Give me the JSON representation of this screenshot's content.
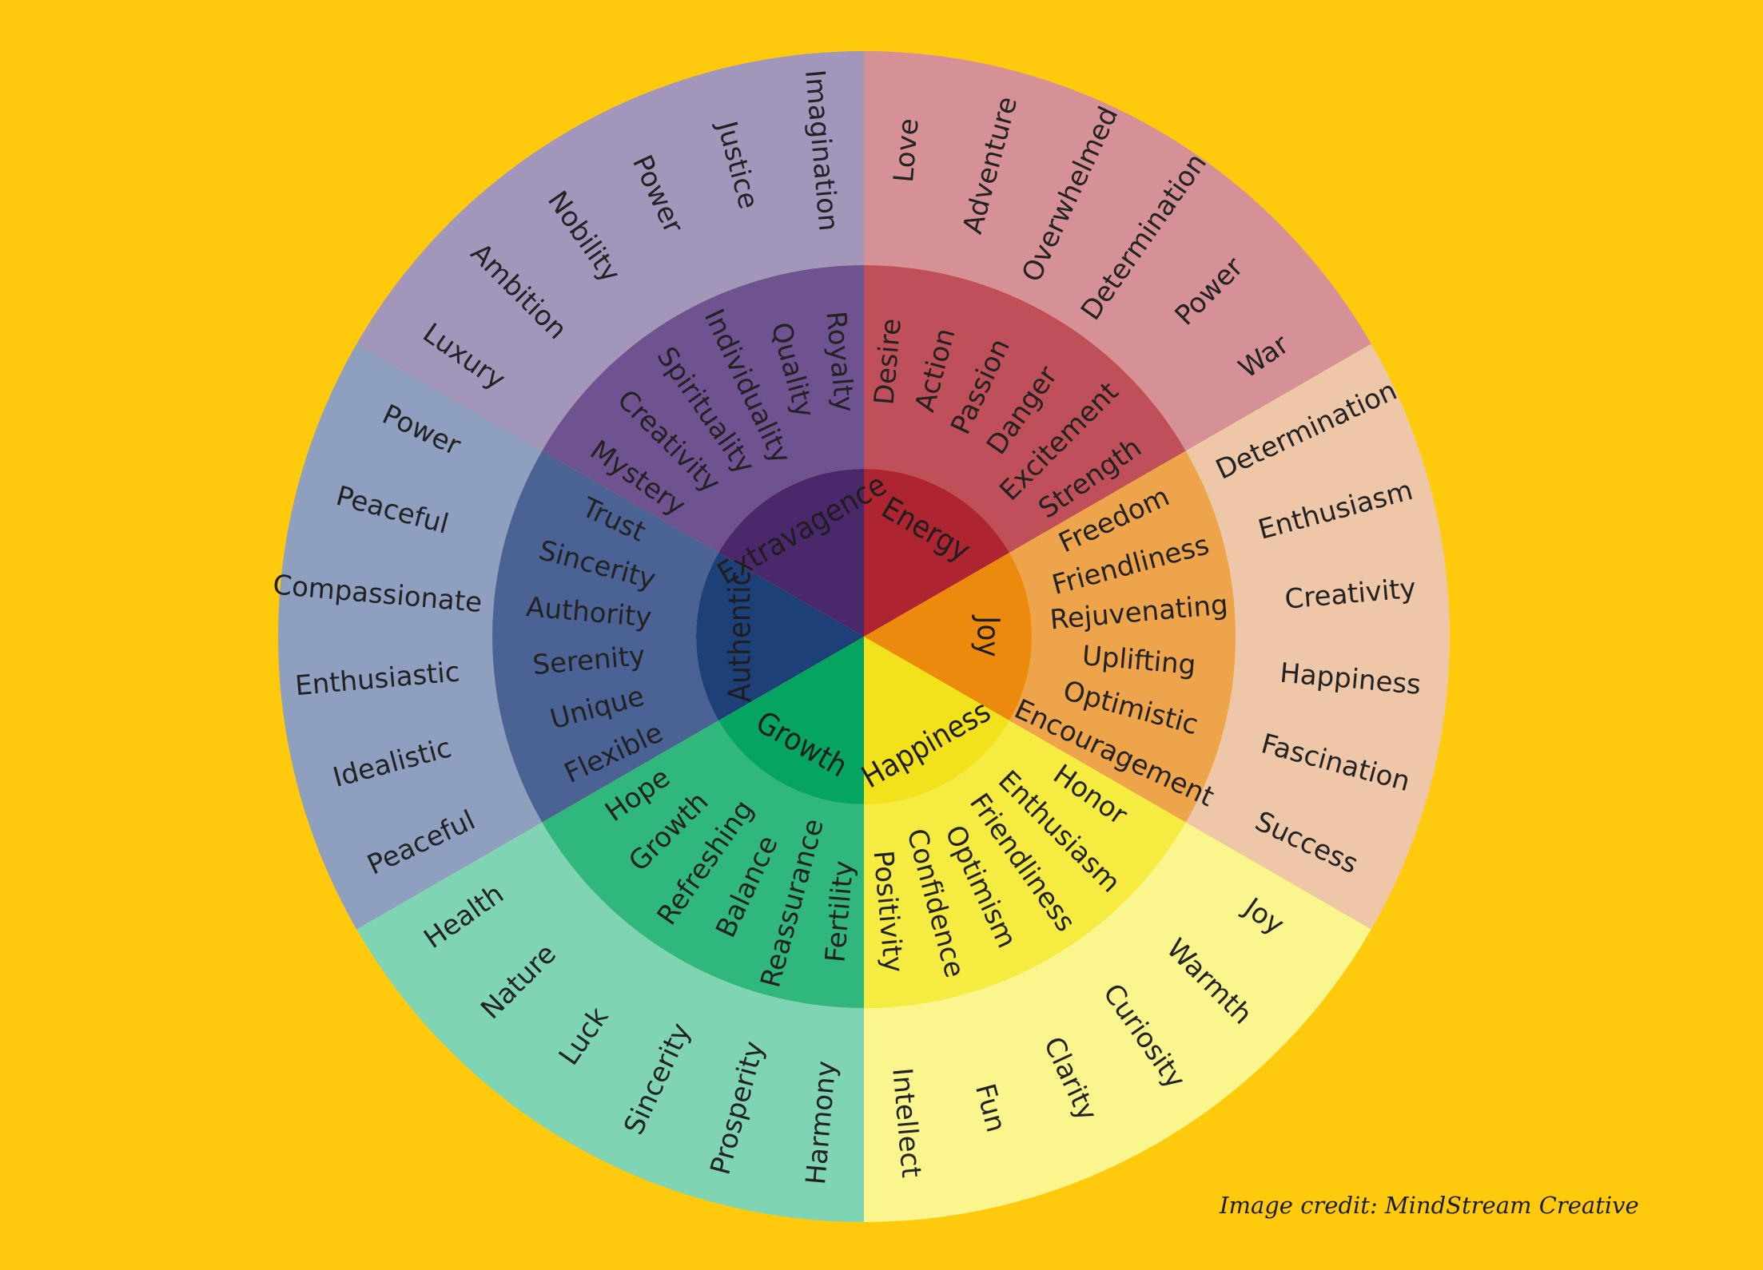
{
  "credit": "Image credit: MindStream Creative",
  "categories": [
    {
      "name": "Energy",
      "colors": {
        "core": "#AE2430",
        "mid": "#BF4F58",
        "outer": "#D59196"
      },
      "middle_words": [
        "Desire",
        "Action",
        "Passion",
        "Danger",
        "Excitement",
        "Strength"
      ],
      "outer_words": [
        "Love",
        "Adventure",
        "Overwhelmed",
        "Determination",
        "Power",
        "War"
      ]
    },
    {
      "name": "Joy",
      "colors": {
        "core": "#EB8A0C",
        "mid": "#EDA44B",
        "outer": "#EEC6A8"
      },
      "middle_words": [
        "Freedom",
        "Friendliness",
        "Rejuvenating",
        "Uplifting",
        "Optimistic",
        "Encouragement"
      ],
      "outer_words": [
        "Determination",
        "Enthusiasm",
        "Creativity",
        "Happiness",
        "Fascination",
        "Success"
      ]
    },
    {
      "name": "Happiness",
      "colors": {
        "core": "#F2E21B",
        "mid": "#F5EB41",
        "outer": "#FAF58D"
      },
      "middle_words": [
        "Honor",
        "Enthusiasm",
        "Friendliness",
        "Optimism",
        "Confidence",
        "Positivity"
      ],
      "outer_words": [
        "Joy",
        "Warmth",
        "Curiosity",
        "Clarity",
        "Fun",
        "Intellect"
      ]
    },
    {
      "name": "Growth",
      "colors": {
        "core": "#05A461",
        "mid": "#2FB77D",
        "outer": "#7ED4B3"
      },
      "middle_words": [
        "Fertility",
        "Reassurance",
        "Balance",
        "Refreshing",
        "Growth",
        "Hope"
      ],
      "outer_words": [
        "Harmony",
        "Prosperity",
        "Sincerity",
        "Luck",
        "Nature",
        "Health"
      ]
    },
    {
      "name": "Authentic",
      "colors": {
        "core": "#1E4079",
        "mid": "#4A6294",
        "outer": "#8F9FBF"
      },
      "middle_words": [
        "Flexible",
        "Unique",
        "Serenity",
        "Authority",
        "Sincerity",
        "Trust"
      ],
      "outer_words": [
        "Peaceful",
        "Idealistic",
        "Enthusiastic",
        "Compassionate",
        "Peaceful",
        "Power"
      ]
    },
    {
      "name": "Extravagence",
      "colors": {
        "core": "#4B286B",
        "mid": "#6F5290",
        "outer": "#A396BB"
      },
      "middle_words": [
        "Mystery",
        "Creativity",
        "Spirituality",
        "Individuality",
        "Quality",
        "Royalty"
      ],
      "outer_words": [
        "Luxury",
        "Ambition",
        "Nobility",
        "Power",
        "Justice",
        "Imagination"
      ]
    }
  ]
}
